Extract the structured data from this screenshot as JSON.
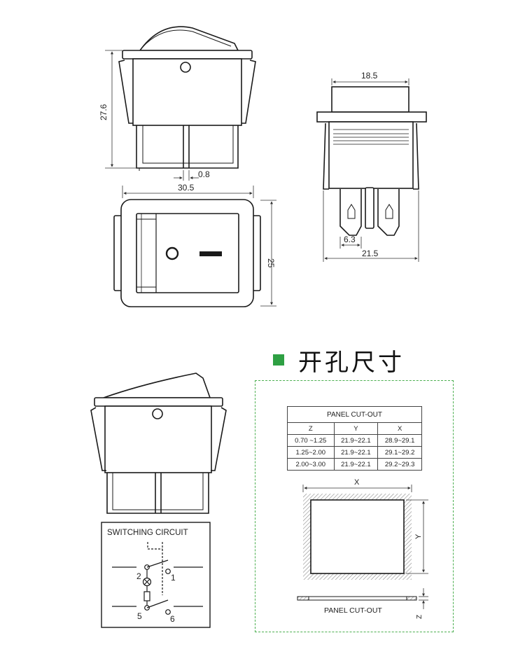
{
  "dimensions": {
    "height": "27.6",
    "pin_width": "0.8",
    "length": "30.5",
    "width": "25",
    "side_top": "18.5",
    "pin_spacing": "6.3",
    "side_bottom": "21.5"
  },
  "face_symbols": {
    "off": "O",
    "on": "I"
  },
  "section_title": "开孔尺寸",
  "switching_circuit": {
    "title": "SWITCHING CIRCUIT",
    "terminals": [
      "2",
      "1",
      "5",
      "6"
    ]
  },
  "panel_cutout": {
    "title": "PANEL CUT-OUT",
    "columns": [
      "Z",
      "Y",
      "X"
    ],
    "rows": [
      [
        "0.70 ~1.25",
        "21.9~22.1",
        "28.9~29.1"
      ],
      [
        "1.25~2.00",
        "21.9~22.1",
        "29.1~29.2"
      ],
      [
        "2.00~3.00",
        "21.9~22.1",
        "29.2~29.3"
      ]
    ],
    "axis_x": "X",
    "axis_y": "Y",
    "axis_z": "Z",
    "caption": "PANEL CUT-OUT"
  },
  "colors": {
    "accent": "#2ea043",
    "dashed_border": "#4caf50",
    "hatch": "#888888",
    "line": "#1a1a1a"
  }
}
